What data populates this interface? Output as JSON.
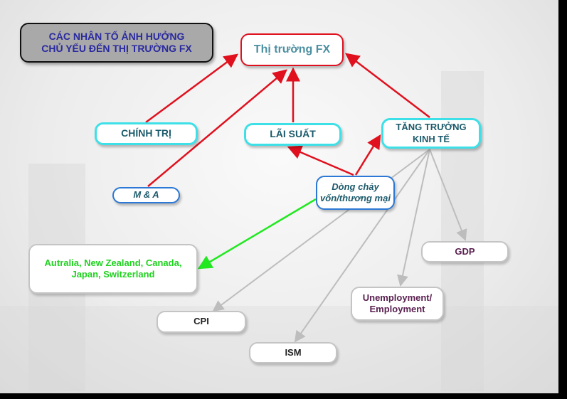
{
  "title": {
    "line1": "CÁC NHÂN TỐ ẢNH HƯỞNG",
    "line2": "CHỦ YẾU ĐẾN THỊ TRƯỜNG FX"
  },
  "nodes": {
    "fx": "Thị trường FX",
    "politics": "CHÍNH TRỊ",
    "interest": "LÃI SUẤT",
    "growth_1": "TĂNG TRƯỞNG",
    "growth_2": "KINH TẾ",
    "ma": "M & A",
    "flow_1": "Dòng chảy",
    "flow_2": "vốn/thương mại",
    "countries_1": "Autralia, New Zealand, Canada,",
    "countries_2": "Japan, Switzerland",
    "gdp": "GDP",
    "unemp_1": "Unemployment/",
    "unemp_2": "Employment",
    "cpi": "CPI",
    "ism": "ISM"
  },
  "colors": {
    "red": "#e0101e",
    "cyan": "#3ee0e8",
    "blue": "#2b78d6",
    "green": "#22e822",
    "gray": "#bdbdbd",
    "title_text": "#2a2aa0",
    "countries_text": "#1ed21e",
    "unemp_text": "#5a2050"
  }
}
